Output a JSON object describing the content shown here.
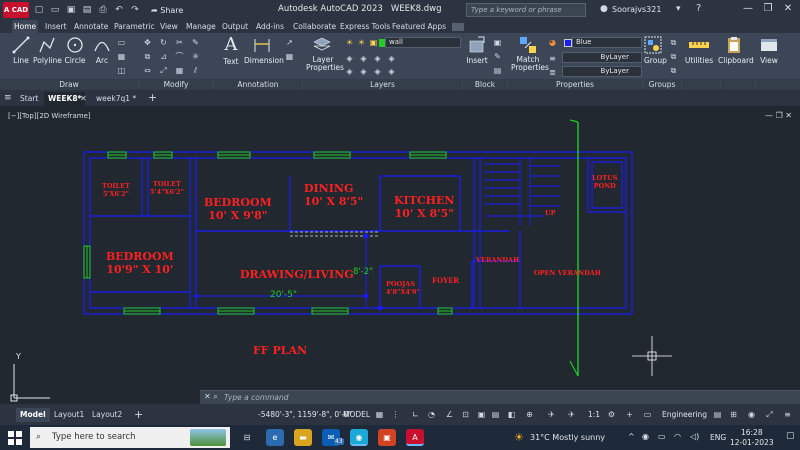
{
  "titlebar": {
    "logo_text": "A CAD",
    "share_label": "Share",
    "app_title": "Autodesk AutoCAD 2023",
    "file_name": "WEEK8.dwg",
    "search_placeholder": "Type a keyword or phrase",
    "user_name": "Soorajvs321"
  },
  "ribbon_tabs": [
    "Home",
    "Insert",
    "Annotate",
    "Parametric",
    "View",
    "Manage",
    "Output",
    "Add-ins",
    "Collaborate",
    "Express Tools",
    "Featured Apps"
  ],
  "ribbon": {
    "draw_tools": [
      "Line",
      "Polyline",
      "Circle",
      "Arc"
    ],
    "text_tool": "Text",
    "dimension_tool": "Dimension",
    "layer_properties": "Layer Properties",
    "layer_current": "wall",
    "insert_tool": "Insert",
    "match_properties": "Match Properties",
    "color_value": "Blue",
    "linetype_value": "ByLayer",
    "lineweight_value": "ByLayer",
    "group_tool": "Group",
    "utilities": "Utilities",
    "clipboard": "Clipboard",
    "view": "View",
    "panels": [
      "Draw",
      "Modify",
      "Annotation",
      "Layers",
      "Block",
      "Properties",
      "Groups"
    ]
  },
  "doc_tabs": [
    "Start",
    "WEEK8*",
    "week7q1 *"
  ],
  "viewport_label": "[−][Top][2D Wireframe]",
  "plan": {
    "rooms": [
      {
        "label": "TOILET",
        "sub": "5'X6'2\""
      },
      {
        "label": "TOILET",
        "sub": "5'4\"X6'2\""
      },
      {
        "label": "BEDROOM",
        "sub": "10' X 9'8\""
      },
      {
        "label": "DINING",
        "sub": "10' X 8'5\""
      },
      {
        "label": "KITCHEN",
        "sub": "10' X 8'5\""
      },
      {
        "label": "LOTUS",
        "sub": "POND"
      },
      {
        "label": "BEDROOM",
        "sub": "10'9\" X 10'"
      },
      {
        "label": "DRAWING/LIVING",
        "sub": ""
      },
      {
        "label": "POOJAS",
        "sub": "4'8\"X4'9\""
      },
      {
        "label": "FOYER",
        "sub": ""
      },
      {
        "label": "VERANDAH",
        "sub": ""
      },
      {
        "label": "OPEN VERANDAH",
        "sub": ""
      },
      {
        "label": "UP",
        "sub": ""
      }
    ],
    "dim_width": "20'-5\"",
    "dim_small": "8'-2\"",
    "plan_title": "FF PLAN"
  },
  "command": {
    "placeholder": "Type a command"
  },
  "layout_tabs": [
    "Model",
    "Layout1",
    "Layout2"
  ],
  "status": {
    "coords": "-5480'-3\", 1159'-8\", 0'-0\"",
    "mode": "MODEL",
    "scale": "1:1",
    "units": "Engineering"
  },
  "taskbar": {
    "search_placeholder": "Type here to search",
    "mail_badge": "43",
    "weather": "31°C  Mostly sunny",
    "language": "ENG",
    "time": "16:28",
    "date": "12-01-2023"
  },
  "colors": {
    "wall": "#1a1aff",
    "window": "#22cc22",
    "room_text": "#ff2020",
    "dim_text": "#22cc22",
    "bg": "#212830"
  }
}
